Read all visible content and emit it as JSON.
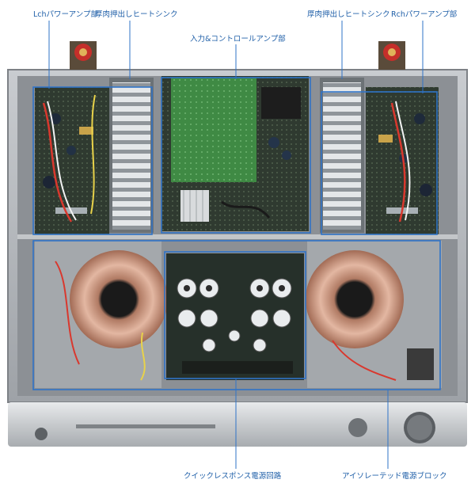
{
  "labels": {
    "lch_power_amp": "Lchパワーアンプ部",
    "heatsink_left": "厚肉押出しヒートシンク",
    "input_control": "入力&コントロールアンプ部",
    "heatsink_right": "厚肉押出しヒートシンク",
    "rch_power_amp": "Rchパワーアンプ部",
    "quick_response_psu": "クイックレスポンス電源回路",
    "isolated_psu_block": "アイソレーテッド電源ブロック"
  },
  "colors": {
    "callout": "#1f5fa8",
    "chassis": "#b9bcc0",
    "pcb": "#2b3a2c",
    "pcb_green": "#3c7a3e",
    "heatsink": "#cfd3d6",
    "toroid": "#d7a58e"
  }
}
